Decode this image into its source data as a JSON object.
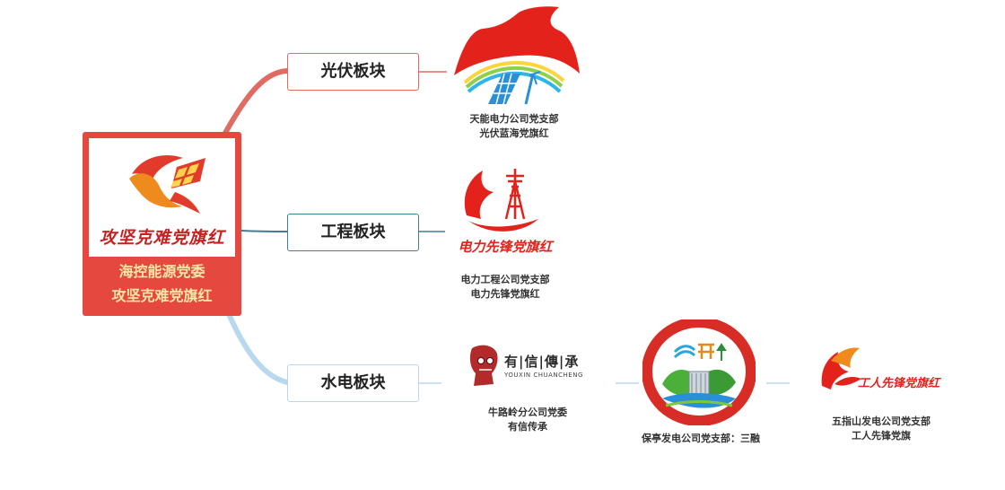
{
  "root": {
    "slogan": "攻坚克难党旗红",
    "title_line1": "海控能源党委",
    "title_line2": "攻坚克难党旗红"
  },
  "branches": [
    {
      "label": "光伏板块",
      "color": "#e06b62",
      "items": [
        {
          "caption_line1": "天能电力公司党支部",
          "caption_line2": "光伏蓝海党旗红"
        }
      ]
    },
    {
      "label": "工程板块",
      "color": "#3f7f90",
      "items": [
        {
          "logo_text": "电力先锋党旗红",
          "caption_line1": "电力工程公司党支部",
          "caption_line2": "电力先锋党旗红"
        }
      ]
    },
    {
      "label": "水电板块",
      "color": "#b9d8ee",
      "items": [
        {
          "logo_text": "有|信|傳|承",
          "logo_subtext": "YOUXIN CHUANCHENG",
          "caption_line1": "牛路岭分公司党委",
          "caption_line2": "有信传承"
        },
        {
          "caption_line1": "保亭发电公司党支部：三融"
        },
        {
          "logo_text": "工人先锋党旗红",
          "caption_line1": "五指山发电公司党支部",
          "caption_line2": "工人先锋党旗"
        }
      ]
    }
  ],
  "colors": {
    "party_red": "#e4483f",
    "gold_text": "#fde7a6",
    "solar_blue": "#2a8fd6"
  }
}
